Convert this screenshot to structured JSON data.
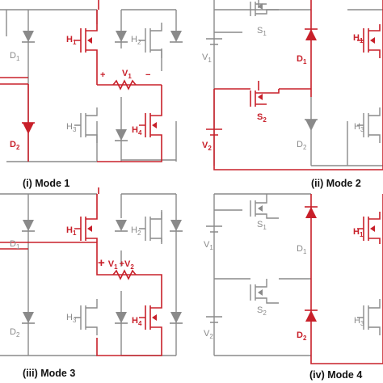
{
  "colors": {
    "active": "#c8202a",
    "inactive": "#8a8a8a"
  },
  "captions": {
    "mode1": "(i) Mode 1",
    "mode2": "(ii) Mode 2",
    "mode3": "(iii) Mode 3",
    "mode4": "(iv) Mode 4"
  },
  "labels": {
    "D": "D",
    "H": "H",
    "S": "S",
    "V": "V",
    "d1_sub": "1",
    "d2_sub": "2",
    "h1_sub": "1",
    "h2_sub": "2",
    "h3_sub": "3",
    "h4_sub": "4",
    "s1_sub": "1",
    "s2_sub": "2",
    "v1_sub": "1",
    "v2_sub": "2",
    "plus": "+",
    "minus": "−",
    "mode3_voltage": "+V",
    "mode3_voltage_mid": "+V"
  }
}
